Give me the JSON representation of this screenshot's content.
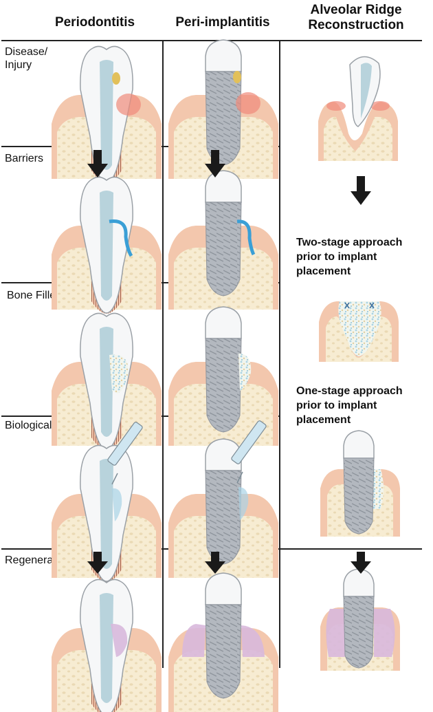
{
  "columns": [
    {
      "id": "periodontitis",
      "title": "Periodontitis"
    },
    {
      "id": "peri-implantitis",
      "title": "Peri-implantitis"
    },
    {
      "id": "alveolar-ridge",
      "title": "Alveolar Ridge Reconstruction"
    }
  ],
  "rows": [
    {
      "id": "disease",
      "label": "Disease/ Injury"
    },
    {
      "id": "barriers",
      "label": "Barriers"
    },
    {
      "id": "bone-fillers",
      "label": "Bone Fillers"
    },
    {
      "id": "biologicals",
      "label": "Biologicals"
    },
    {
      "id": "regeneration",
      "label": "Regeneration"
    }
  ],
  "ridge_steps": {
    "two_stage": "Two-stage approach prior to implant placement",
    "one_stage": "One-stage approach prior to implant placement"
  },
  "colors": {
    "gum": "#f3c7ad",
    "gum_dark": "#e8a689",
    "inflamed": "#ef8a7a",
    "bone": "#f7ecd2",
    "bone_pore": "#ead9b4",
    "enamel": "#f6f7f8",
    "pulp": "#b8d3dc",
    "implant": "#b3b8bf",
    "barrier": "#3a9fd6",
    "filler": "#a9d3e5",
    "regenerated": "#d8b8dc",
    "arrow": "#1a1a1a"
  }
}
